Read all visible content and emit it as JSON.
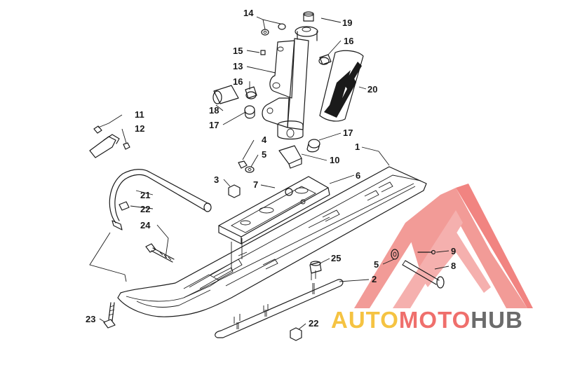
{
  "diagram": {
    "callouts": [
      "14",
      "19",
      "16",
      "15",
      "13",
      "16",
      "20",
      "18",
      "17",
      "11",
      "12",
      "4",
      "17",
      "5",
      "10",
      "1",
      "3",
      "7",
      "6",
      "21",
      "22",
      "24",
      "9",
      "5",
      "8",
      "25",
      "2",
      "23",
      "22"
    ]
  },
  "watermark": {
    "part1": "AUTO",
    "part2": "MOTO",
    "part3": "HUB",
    "colors": {
      "auto": "#f5c342",
      "moto": "#ef6f6c",
      "hub": "#6b6b6b",
      "logo": "#f08a86"
    }
  }
}
